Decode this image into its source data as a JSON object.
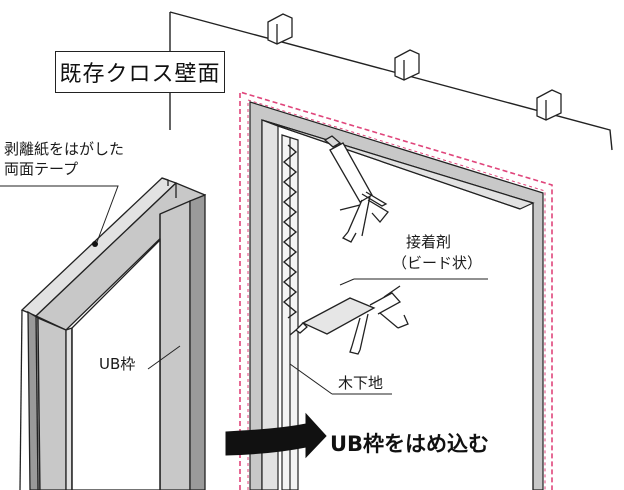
{
  "labels": {
    "wall": "既存クロス壁面",
    "tape_line1": "剥離紙をはがした",
    "tape_line2": "両面テープ",
    "frame": "UB枠",
    "adhesive_line1": "接着剤",
    "adhesive_line2": "（ビード状）",
    "wood_base": "木下地",
    "instruction": "UB枠をはめ込む"
  },
  "colors": {
    "line": "#222222",
    "frame_gray": "#c8c8c8",
    "frame_gray_dark": "#9a9a9a",
    "frame_gray_light": "#e2e2e2",
    "pink_dash": "#e0457b",
    "arrow": "#111111"
  }
}
